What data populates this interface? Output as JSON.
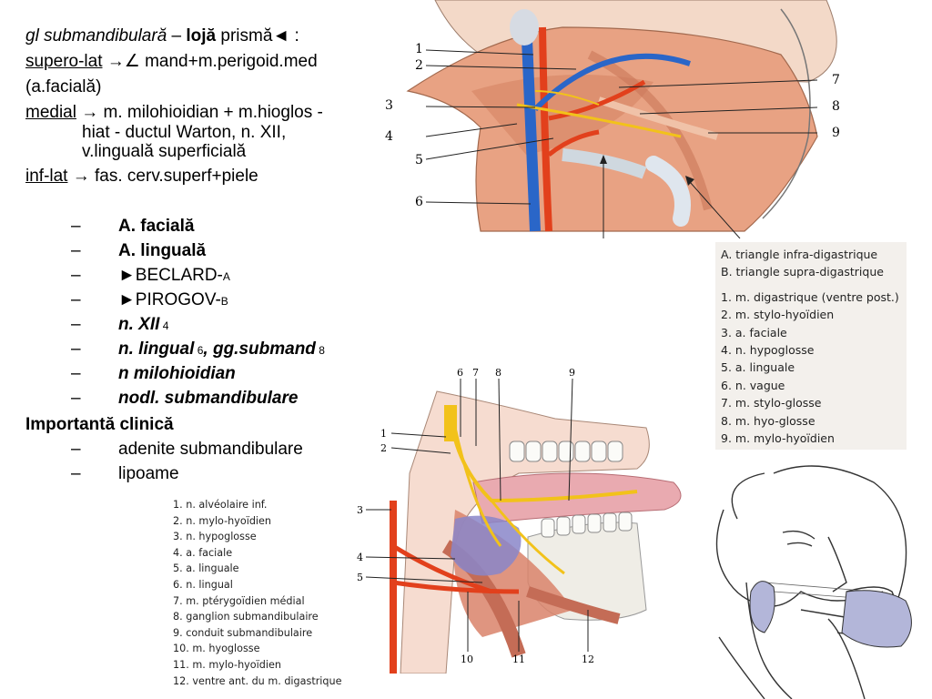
{
  "lines": {
    "l1_a": "gl submandibulară",
    "l1_b": " – ",
    "l1_c": "lojă",
    "l1_d": " prismă◄ :",
    "l2_a": "supero-lat",
    "l2_b": " →∠ mand+m.perigoid.med",
    "l3": "(a.facială)",
    "l4_a": "medial",
    "l4_b": " → m. milohioidian + m.hioglos -",
    "l5": "hiat - ductul Warton, n. XII,",
    "l6": "v.linguală superficială",
    "l7_a": "inf-lat",
    "l7_b": " → fas. cerv.superf+piele"
  },
  "list": [
    {
      "dash": "–",
      "text": "A. facială"
    },
    {
      "dash": "–",
      "text": "A. linguală"
    },
    {
      "dash": "–",
      "text": "►BECLARD-",
      "sub": "A"
    },
    {
      "dash": "–",
      "text": "►PIROGOV-",
      "sub": "B"
    },
    {
      "dash": "–",
      "text": "n. XII",
      "sub": " 4"
    },
    {
      "dash": "–",
      "text": "n. lingual",
      "sub": " 6",
      "text2": ", gg.submand",
      "sub2": " 8"
    },
    {
      "dash": "–",
      "text": "n milohioidian"
    },
    {
      "dash": "–",
      "text": "nodl. submandibulare"
    }
  ],
  "clinic": {
    "heading": "Importantă clinică",
    "items": [
      {
        "dash": "–",
        "text": "adenite submandibulare"
      },
      {
        "dash": "–",
        "text": "lipoame"
      }
    ]
  },
  "legend_right": [
    "A. triangle infra-digastrique",
    "B. triangle supra-digastrique",
    "1. m. digastrique (ventre post.)",
    "2. m. stylo-hyoïdien",
    "3. a. faciale",
    "4. n. hypoglosse",
    "5. a. linguale",
    "6. n. vague",
    "7. m. stylo-glosse",
    "8. m. hyo-glosse",
    "9. m. mylo-hyoïdien"
  ],
  "legend_bottom": [
    "1. n. alvéolaire inf.",
    "2. n. mylo-hyoïdien",
    "3. n. hypoglosse",
    "4. a. faciale",
    "5. a. linguale",
    "6. n. lingual",
    "7. m. ptérygoïdien médial",
    "8. ganglion submandibulaire",
    "9. conduit submandibulaire",
    "10. m. hyoglosse",
    "11. m. mylo-hyoïdien",
    "12. ventre ant. du m. digastrique"
  ],
  "fig1_numbers": [
    "1",
    "2",
    "3",
    "4",
    "5",
    "6",
    "7",
    "8",
    "9"
  ],
  "fig2_numbers": [
    "1",
    "2",
    "3",
    "4",
    "5",
    "6",
    "7",
    "8",
    "9",
    "10",
    "11",
    "12"
  ],
  "colors": {
    "artery": "#e2401c",
    "vein": "#2a66c8",
    "nerve": "#f2c21a",
    "muscle": "#e8a283",
    "legend_bg": "#f3f0ec"
  }
}
